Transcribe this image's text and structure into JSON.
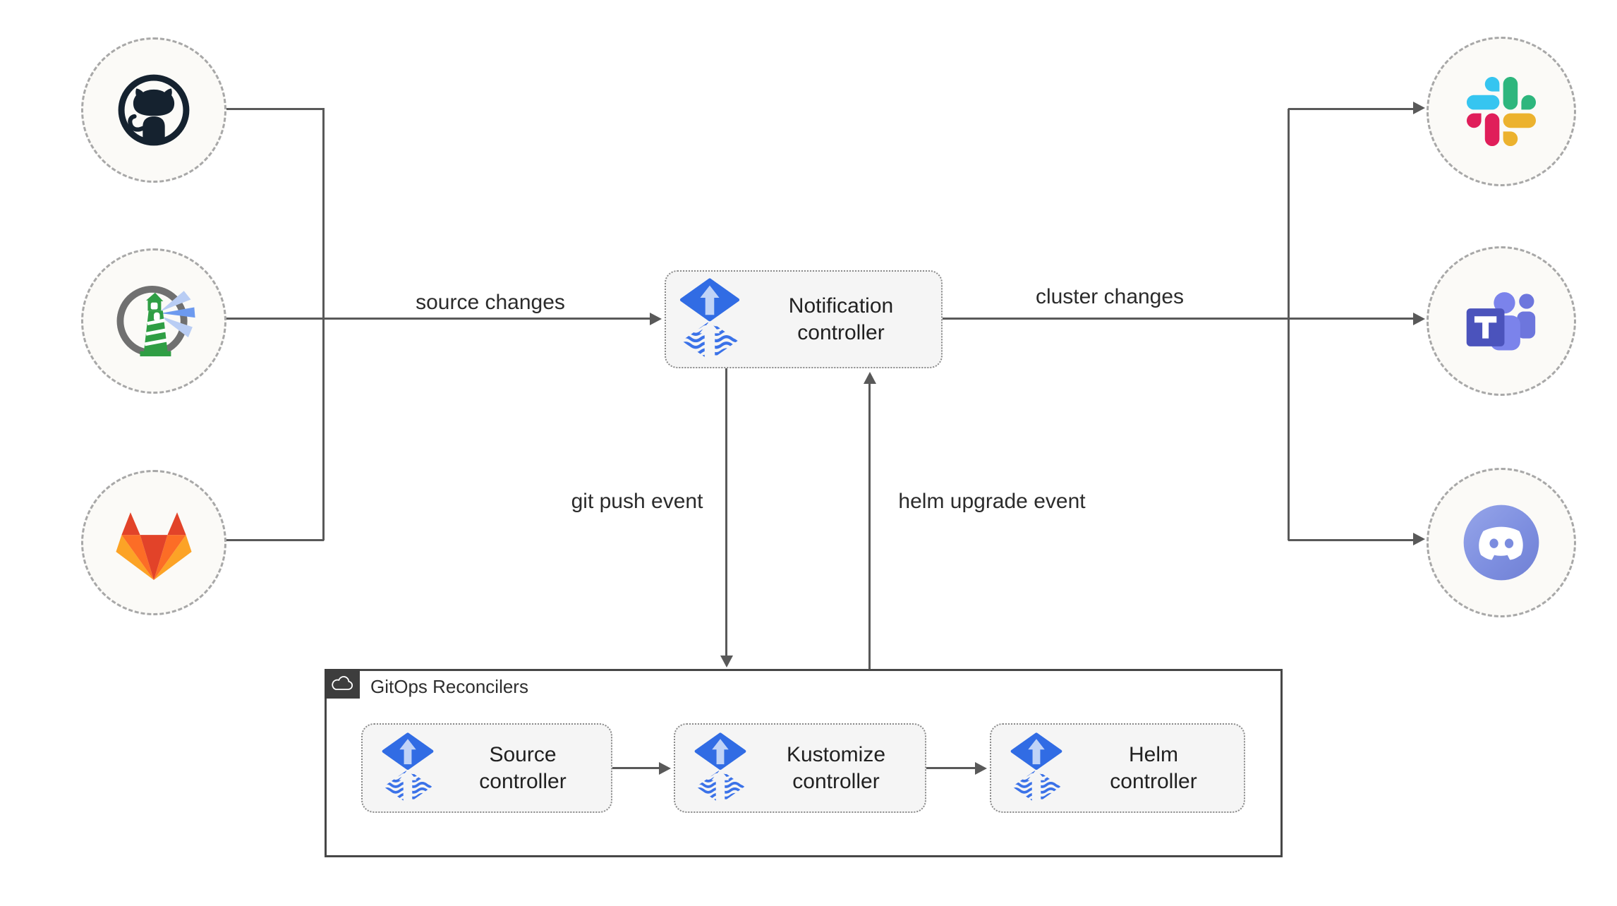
{
  "diagram": {
    "source_nodes": [
      {
        "name": "github",
        "icon": "github-octocat-icon"
      },
      {
        "name": "harbor",
        "icon": "lighthouse-icon"
      },
      {
        "name": "gitlab",
        "icon": "gitlab-fox-icon"
      }
    ],
    "target_nodes": [
      {
        "name": "slack",
        "icon": "slack-icon"
      },
      {
        "name": "microsoft-teams",
        "icon": "ms-teams-icon"
      },
      {
        "name": "discord",
        "icon": "discord-icon"
      }
    ],
    "notification_controller": {
      "label": "Notification\ncontroller",
      "icon": "flux-icon"
    },
    "gitops_reconcilers": {
      "title": "GitOps Reconcilers",
      "icon": "cloud-icon",
      "controllers": [
        {
          "label": "Source\ncontroller",
          "icon": "flux-icon"
        },
        {
          "label": "Kustomize\ncontroller",
          "icon": "flux-icon"
        },
        {
          "label": "Helm\ncontroller",
          "icon": "flux-icon"
        }
      ]
    },
    "edge_labels": {
      "source_changes": "source changes",
      "cluster_changes": "cluster changes",
      "git_push_event": "git push event",
      "helm_upgrade_event": "helm upgrade event"
    },
    "colors": {
      "flux_blue": "#316ce4",
      "edge_gray": "#595959",
      "github_dark": "#15222f",
      "gitlab_red": "#e24329",
      "gitlab_orange": "#fc6d26",
      "gitlab_yellow": "#fca326",
      "slack_blue": "#36c5f0",
      "slack_green": "#2eb67d",
      "slack_red": "#e01e5a",
      "slack_yellow": "#ecb22e",
      "teams_purple": "#4b53bc",
      "teams_light_purple": "#7b83eb",
      "discord_blurple": "#7d8ee0",
      "harbor_green": "#2f9e44",
      "node_fill": "#fbfaf7",
      "box_fill": "#f5f5f5"
    }
  }
}
